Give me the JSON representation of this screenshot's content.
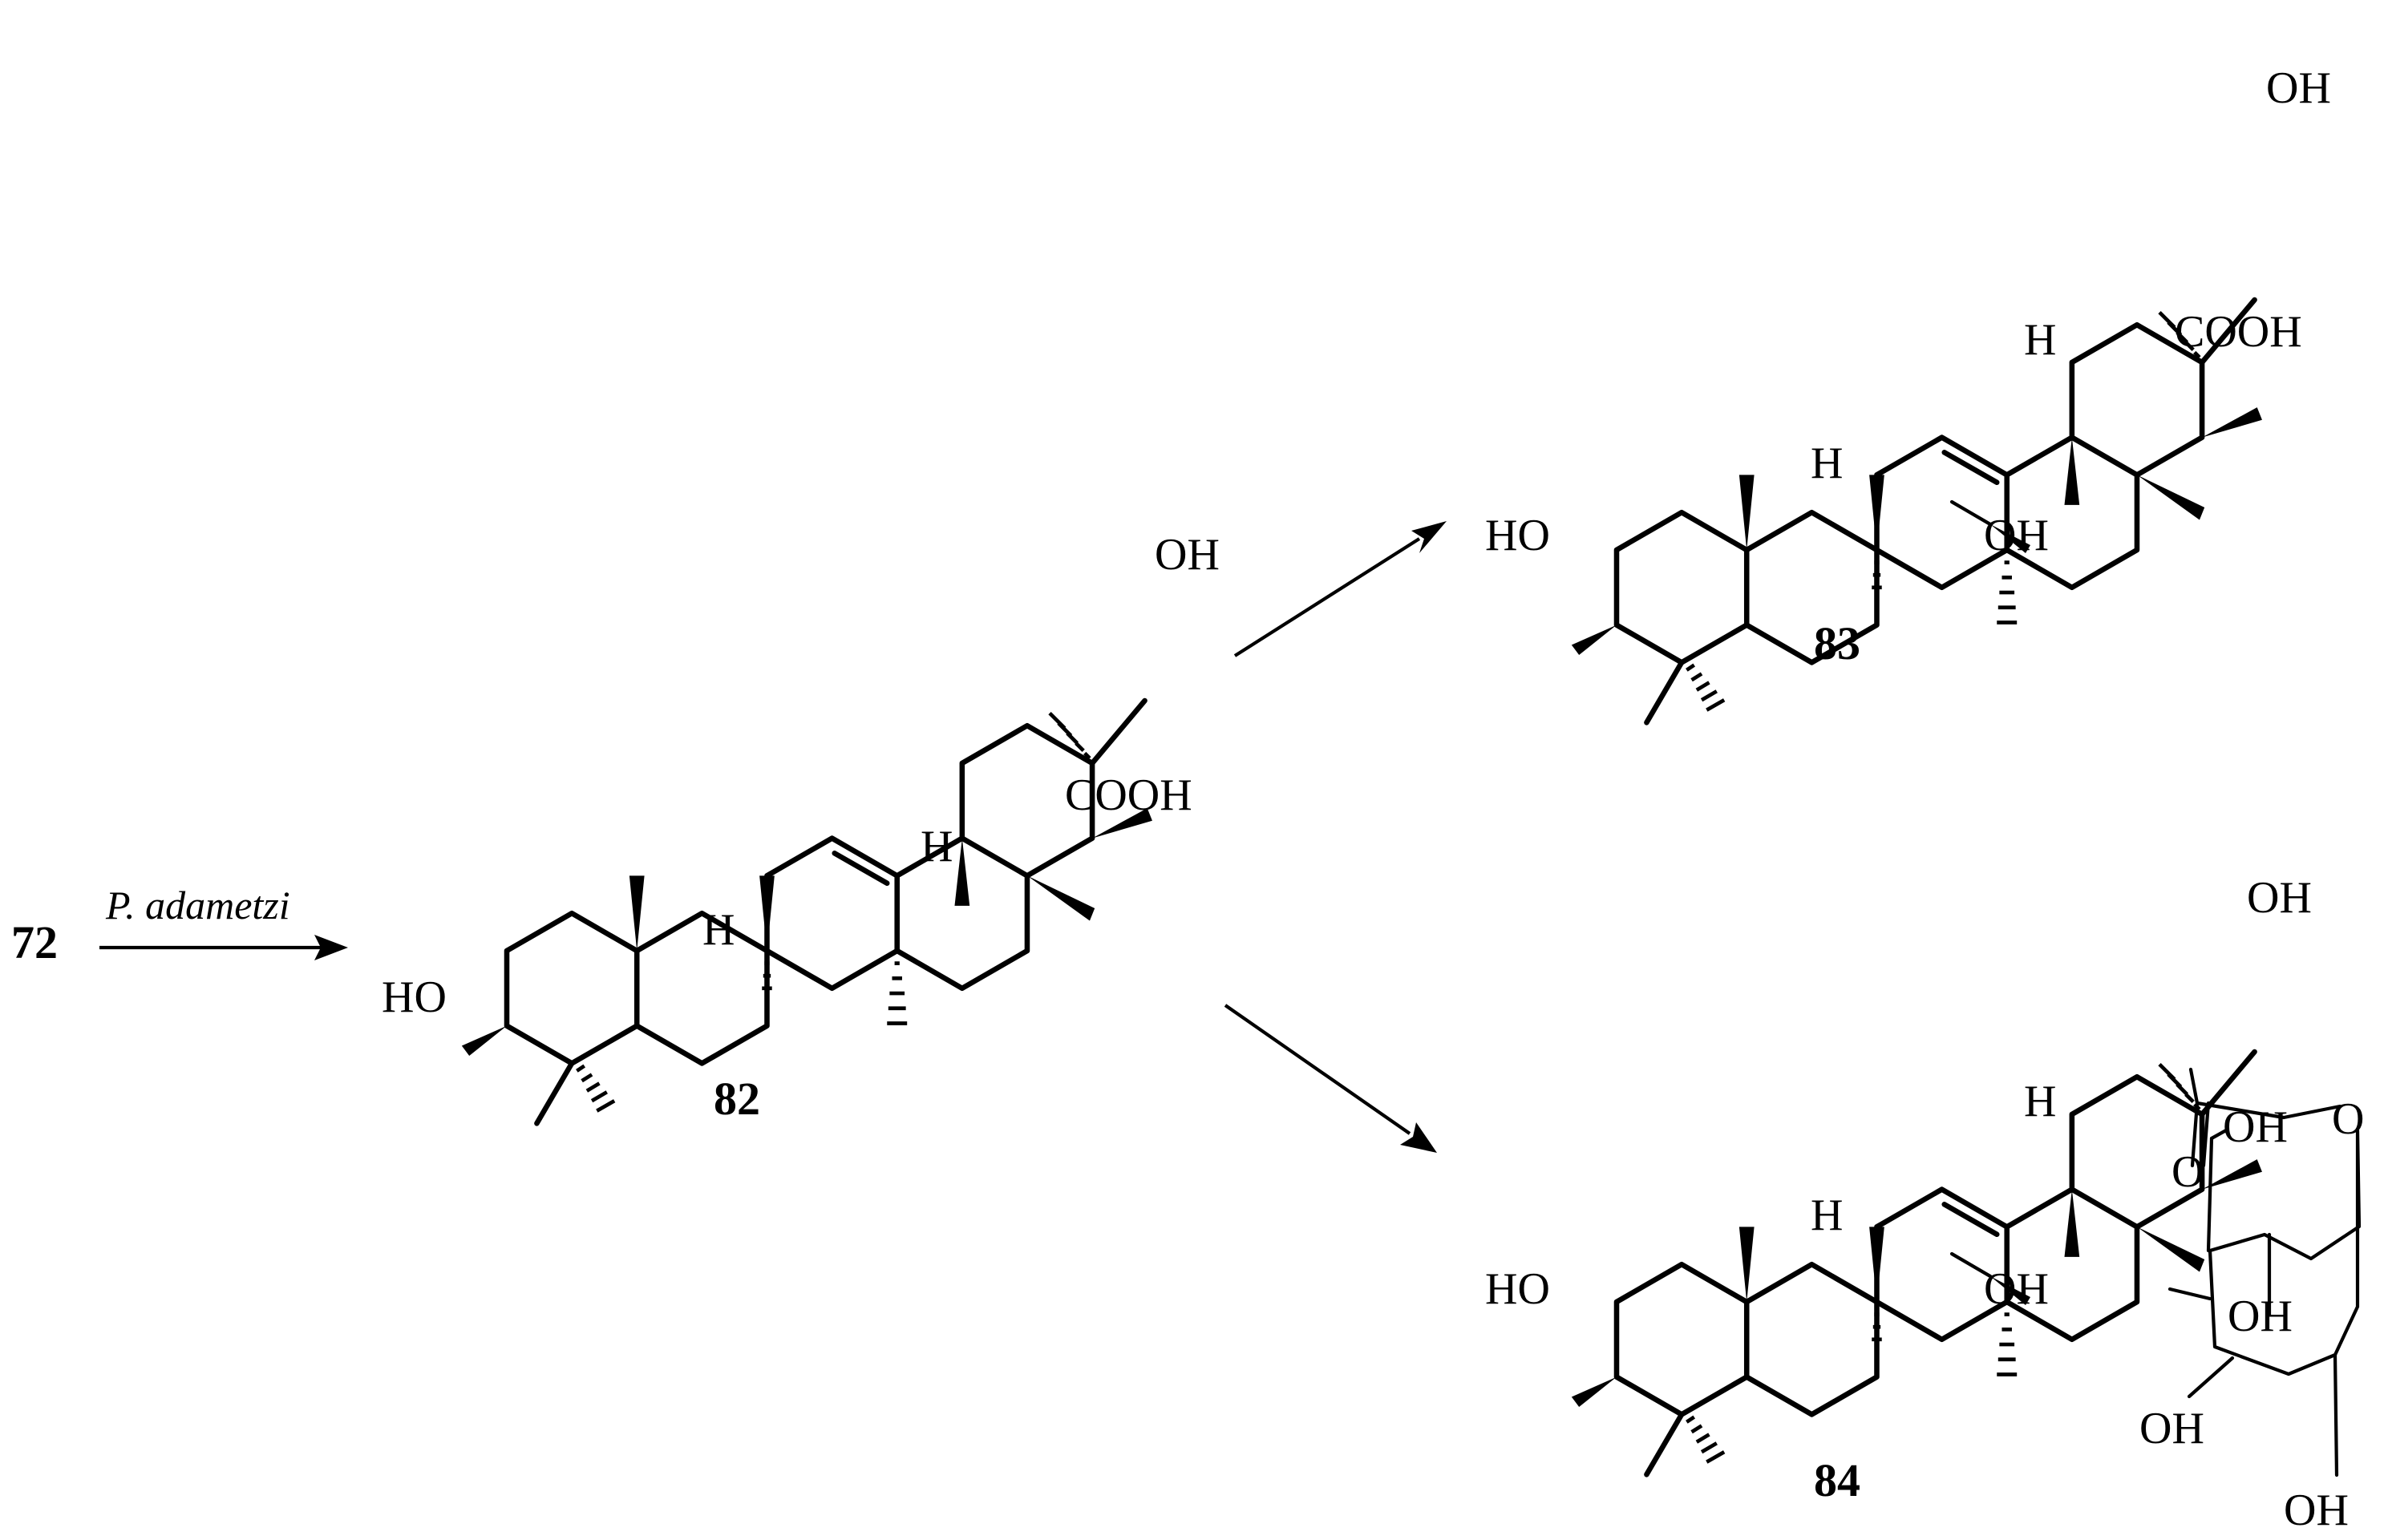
{
  "scheme": {
    "start_compound": "72",
    "reagent": "P. adametzi",
    "compounds": [
      {
        "id": "82",
        "labels": {
          "oh_top": "OH",
          "cooh": "COOH",
          "h_18": "H",
          "h_9": "H",
          "ho_3": "HO"
        }
      },
      {
        "id": "83",
        "labels": {
          "oh_top": "OH",
          "cooh": "COOH",
          "h_18": "H",
          "h_9": "H",
          "ho_3": "HO",
          "oh_7": "OH"
        }
      },
      {
        "id": "84",
        "labels": {
          "oh_top": "OH",
          "h_18": "H",
          "h_9": "H",
          "ho_3": "HO",
          "oh_7": "OH",
          "ring_o": "O",
          "carbonyl_o": "O",
          "sugar_oh_1": "OH",
          "sugar_oh_2": "OH",
          "sugar_oh_3": "OH",
          "sugar_oh_4": "OH"
        }
      }
    ]
  }
}
